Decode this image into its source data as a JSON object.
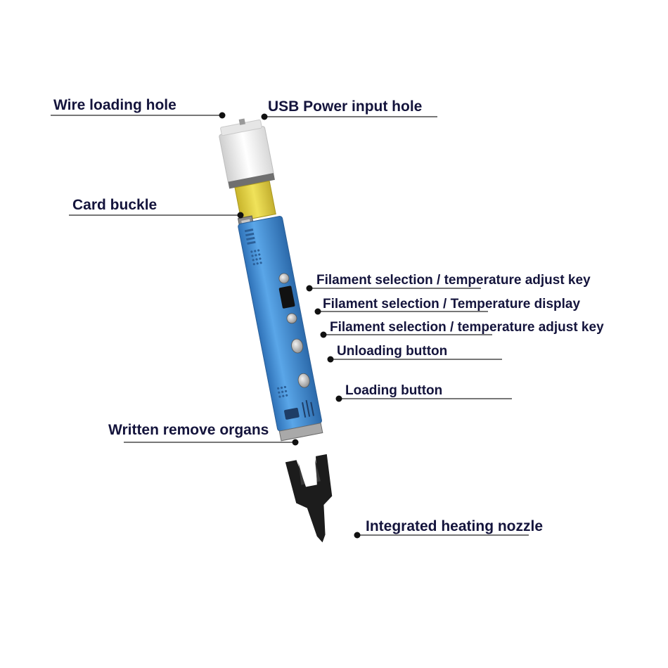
{
  "labels": {
    "wire_loading_hole": "Wire loading hole",
    "usb_power_input_hole": "USB Power input hole",
    "card_buckle": "Card buckle",
    "filament_adjust_key_upper": "Filament selection / temperature adjust key",
    "temperature_display": "Filament selection / Temperature display",
    "filament_adjust_key_lower": "Filament selection / temperature adjust key",
    "unloading_button": "Unloading button",
    "loading_button": "Loading button",
    "written_remove_organs": "Written remove organs",
    "integrated_heating_nozzle": "Integrated heating nozzle"
  },
  "colors": {
    "label_text": "#14143c",
    "pen_body": "#3f8fd8",
    "pen_cap": "#eeeeee",
    "pen_collar": "#e8d84a",
    "nozzle": "#1c1c1c"
  }
}
